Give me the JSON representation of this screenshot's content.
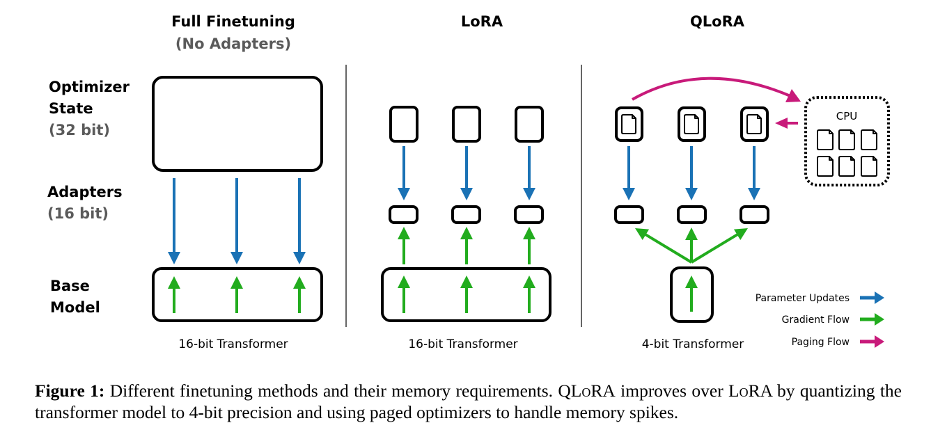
{
  "colors": {
    "parameter_update": "#1a72b5",
    "gradient_flow": "#22ac1e",
    "paging_flow": "#c81a7a",
    "box_stroke": "#000000",
    "subtitle_gray": "#5a5a5a"
  },
  "row_labels": {
    "optimizer": {
      "line1": "Optimizer",
      "line2": "State",
      "bits": "(32 bit)"
    },
    "adapters": {
      "line1": "Adapters",
      "bits": "(16 bit)"
    },
    "base": {
      "line1": "Base",
      "line2": "Model"
    }
  },
  "columns": {
    "full": {
      "title": "Full Finetuning",
      "subtitle": "(No Adapters)",
      "base_label": "16-bit Transformer"
    },
    "lora": {
      "title": "LoRA",
      "base_label": "16-bit Transformer"
    },
    "qlora": {
      "title": "QLoRA",
      "base_label": "4-bit Transformer",
      "cpu_label": "CPU"
    }
  },
  "legend": [
    {
      "label": "Parameter Updates",
      "color_key": "parameter_update"
    },
    {
      "label": "Gradient Flow",
      "color_key": "gradient_flow"
    },
    {
      "label": "Paging Flow",
      "color_key": "paging_flow"
    }
  ],
  "caption": {
    "label": "Figure 1:",
    "text_part1": " Different finetuning methods and their memory requirements. Q",
    "sc1": "LoRA",
    "text_part2": " improves over L",
    "sc2": "o",
    "text_part3": "RA by quantizing the transformer model to 4-bit precision and using paged optimizers to handle memory spikes."
  }
}
